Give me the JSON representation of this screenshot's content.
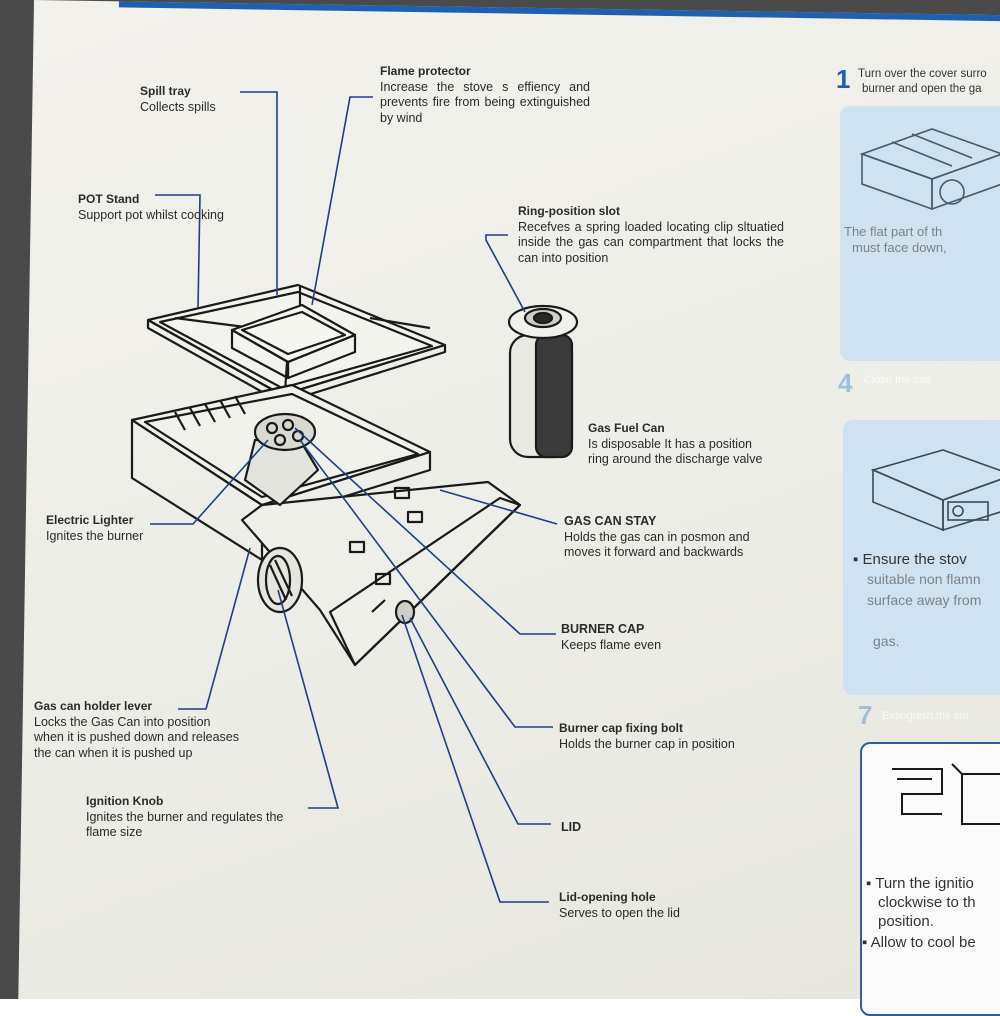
{
  "labels": {
    "spill_tray": {
      "title": "Spill tray",
      "desc": "Collects spills"
    },
    "flame_protector": {
      "title": "Flame protector",
      "desc": "Increase the stove s effiency and prevents fire from being extinguished by wind"
    },
    "pot_stand": {
      "title": "POT Stand",
      "desc": "Support pot whilst cooking"
    },
    "ring_slot": {
      "title": "Ring-position slot",
      "desc": "Recefves a spring loaded locating clip sltuatied inside the gas can compartment that locks the can into position"
    },
    "gas_fuel_can": {
      "title": "Gas Fuel Can",
      "desc1": "Is disposable It has a position",
      "desc2": "ring around the discharge valve"
    },
    "electric_lighter": {
      "title": "Electric Lighter",
      "desc": "Ignites the burner"
    },
    "gas_can_stay": {
      "title": "GAS CAN STAY",
      "desc1": "Holds the gas can in posmon and",
      "desc2": "moves it forward and backwards"
    },
    "burner_cap": {
      "title": "BURNER CAP",
      "desc": "Keeps flame even"
    },
    "gas_can_holder_lever": {
      "title": "Gas can holder lever",
      "desc1": "Locks the Gas Can into position",
      "desc2": "when it is pushed down and releases",
      "desc3": "the can when it is pushed up"
    },
    "burner_cap_fixing_bolt": {
      "title": "Burner cap fixing bolt",
      "desc": "Holds the burner cap in position"
    },
    "ignition_knob": {
      "title": "Ignition Knob",
      "desc1": "Ignites the burner and regulates the",
      "desc2": "flame size"
    },
    "lid": {
      "title": "LID"
    },
    "lid_opening_hole": {
      "title": "Lid-opening hole",
      "desc": "Serves to open the lid"
    }
  },
  "instructions": {
    "step1_num": "1",
    "step1_text1": "Turn over the cover surro",
    "step1_text2": "burner and open the ga",
    "panel1_text1": "The flat part of th",
    "panel1_text2": "must face down,",
    "step4_num": "4",
    "step4_text": "Close the cas",
    "panel4_b1": "Ensure the stov",
    "panel4_b2": "suitable non flamn",
    "panel4_b3": "surface away from",
    "panel4_b4": "gas.",
    "step7_num": "7",
    "step7_text": "Extinguish the sto",
    "panel7_b1": "Turn the ignitio",
    "panel7_b2": "clockwise to th",
    "panel7_b3": "position.",
    "panel7_b4": "Allow to cool be"
  },
  "colors": {
    "accent_blue": "#1f5fb0",
    "leader_blue": "#1d3f86",
    "panel_blue": "#cfe2f1"
  }
}
